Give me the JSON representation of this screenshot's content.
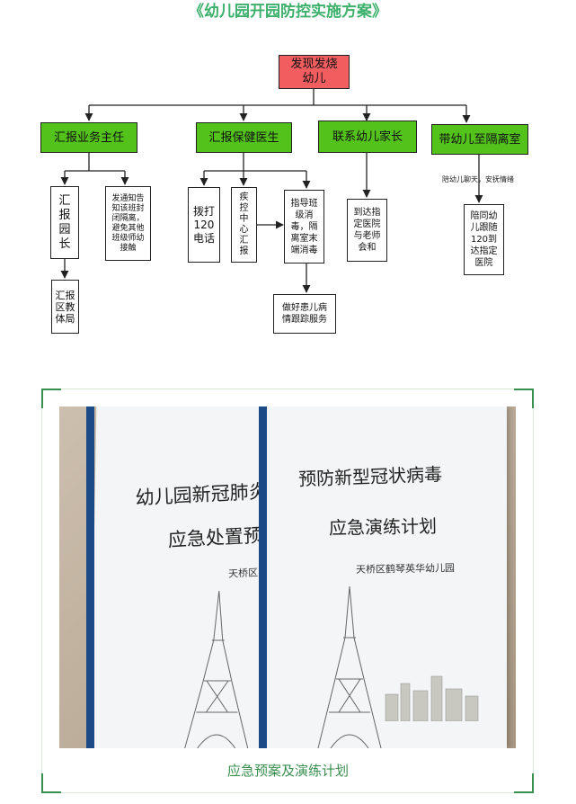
{
  "title": "《幼儿园开园防控实施方案》",
  "flow": {
    "root": "发现发烧\n幼儿",
    "branch_report_director": "汇报业务主任",
    "branch_report_doctor": "汇报保健医生",
    "branch_contact_parents": "联系幼儿家长",
    "branch_isolation": "带幼儿至隔离室",
    "report_principal": "汇\n报\n园\n长",
    "notify_class": "发通知告\n知该班封\n闭隔离，\n避免其他\n班级师幼\n接触",
    "report_bureau": "汇报\n区教\n体局",
    "call_120": "拨打\n120\n电话",
    "report_cdc": "疾\n控\n中\n心\n汇\n报",
    "guide_disinfect": "指导班\n级消\n毒，隔\n离室末\n端消毒",
    "track_service": "做好患儿病\n情跟踪服务",
    "hospital_teacher": "到达指\n定医院\n与老师\n会和",
    "accompany_note": "陪幼儿聊天，安抚情绪",
    "accompany_hospital": "陪同幼\n儿跟随\n120到\n达指定\n医院"
  },
  "photo": {
    "book_left_title1": "幼儿园新冠肺炎",
    "book_left_title2": "应急处置预",
    "book_left_sub": "天桥区",
    "book_right_title1": "预防新型冠状病毒",
    "book_right_title2": "应急演练计划",
    "book_right_sub": "天桥区鹤琴英华幼儿园"
  },
  "caption": "应急预案及演练计划",
  "colors": {
    "accent": "#3db06b",
    "root": "#f25d60",
    "branch": "#53c21b",
    "spine": "#1b4a86"
  }
}
